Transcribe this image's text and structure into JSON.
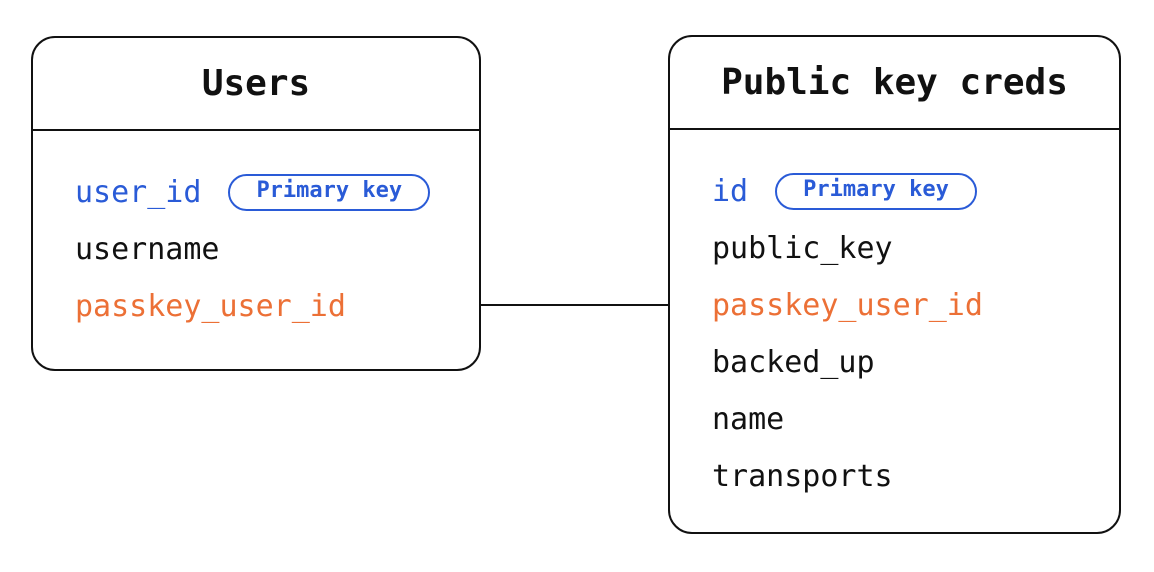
{
  "diagram_type": "entity-relationship",
  "tables": [
    {
      "name": "Users",
      "fields": [
        {
          "label": "user_id",
          "role": "primary-key",
          "badge": "Primary key"
        },
        {
          "label": "username",
          "role": "regular"
        },
        {
          "label": "passkey_user_id",
          "role": "foreign-key"
        }
      ]
    },
    {
      "name": "Public key creds",
      "fields": [
        {
          "label": "id",
          "role": "primary-key",
          "badge": "Primary key"
        },
        {
          "label": "public_key",
          "role": "regular"
        },
        {
          "label": "passkey_user_id",
          "role": "foreign-key"
        },
        {
          "label": "backed_up",
          "role": "regular"
        },
        {
          "label": "name",
          "role": "regular"
        },
        {
          "label": "transports",
          "role": "regular"
        }
      ]
    }
  ],
  "relationship": {
    "from_table": "Users",
    "from_field": "passkey_user_id",
    "to_table": "Public key creds",
    "to_field": "passkey_user_id"
  },
  "colors": {
    "primary_key_blue": "#2a5bd7",
    "foreign_key_orange": "#ec7036",
    "text_black": "#111111",
    "border_black": "#111111",
    "background": "#ffffff"
  }
}
